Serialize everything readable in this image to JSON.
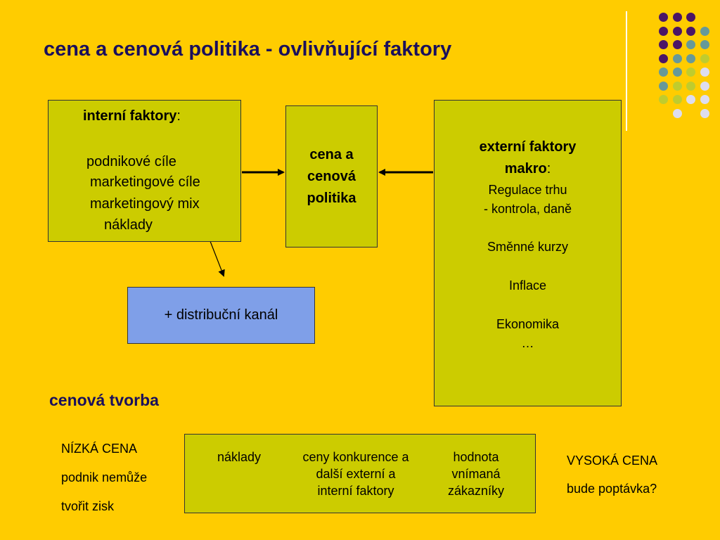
{
  "title": "cena a cenová politika - ovlivňující faktory",
  "colors": {
    "background": "#FFCC00",
    "box_fill": "#CCCC00",
    "distribution_fill": "#7F9FE8",
    "title_color": "#1a0f5c",
    "dot_purple": "#4B1566",
    "dot_teal": "#669999",
    "dot_lime": "#BFCC2E",
    "dot_light": "#DDDDEE"
  },
  "internal_box": {
    "heading": "interní faktory",
    "heading_suffix": ":",
    "items": [
      "podnikové cíle",
      "marketingové cíle",
      "marketingový mix",
      "náklady"
    ]
  },
  "center_box": {
    "lines": [
      "cena a",
      "cenová",
      "politika"
    ]
  },
  "external_box": {
    "heading_line1": "externí faktory",
    "heading_line2": "makro",
    "heading_suffix": ":",
    "items": [
      "Regulace trhu",
      "- kontrola, daně",
      "Směnné kurzy",
      "Inflace",
      "Ekonomika",
      "…"
    ]
  },
  "distribution_box": {
    "label": "+ distribuční kanál"
  },
  "pricing_section": {
    "heading": "cenová tvorba",
    "low": [
      "NÍZKÁ CENA",
      "podnik nemůže",
      "tvořit zisk"
    ],
    "high": [
      "VYSOKÁ CENA",
      "bude poptávka?"
    ],
    "columns": [
      [
        "náklady"
      ],
      [
        "ceny konkurence a",
        "další externí a",
        "interní faktory"
      ],
      [
        "hodnota",
        "vnímaná",
        "zákazníky"
      ]
    ]
  }
}
